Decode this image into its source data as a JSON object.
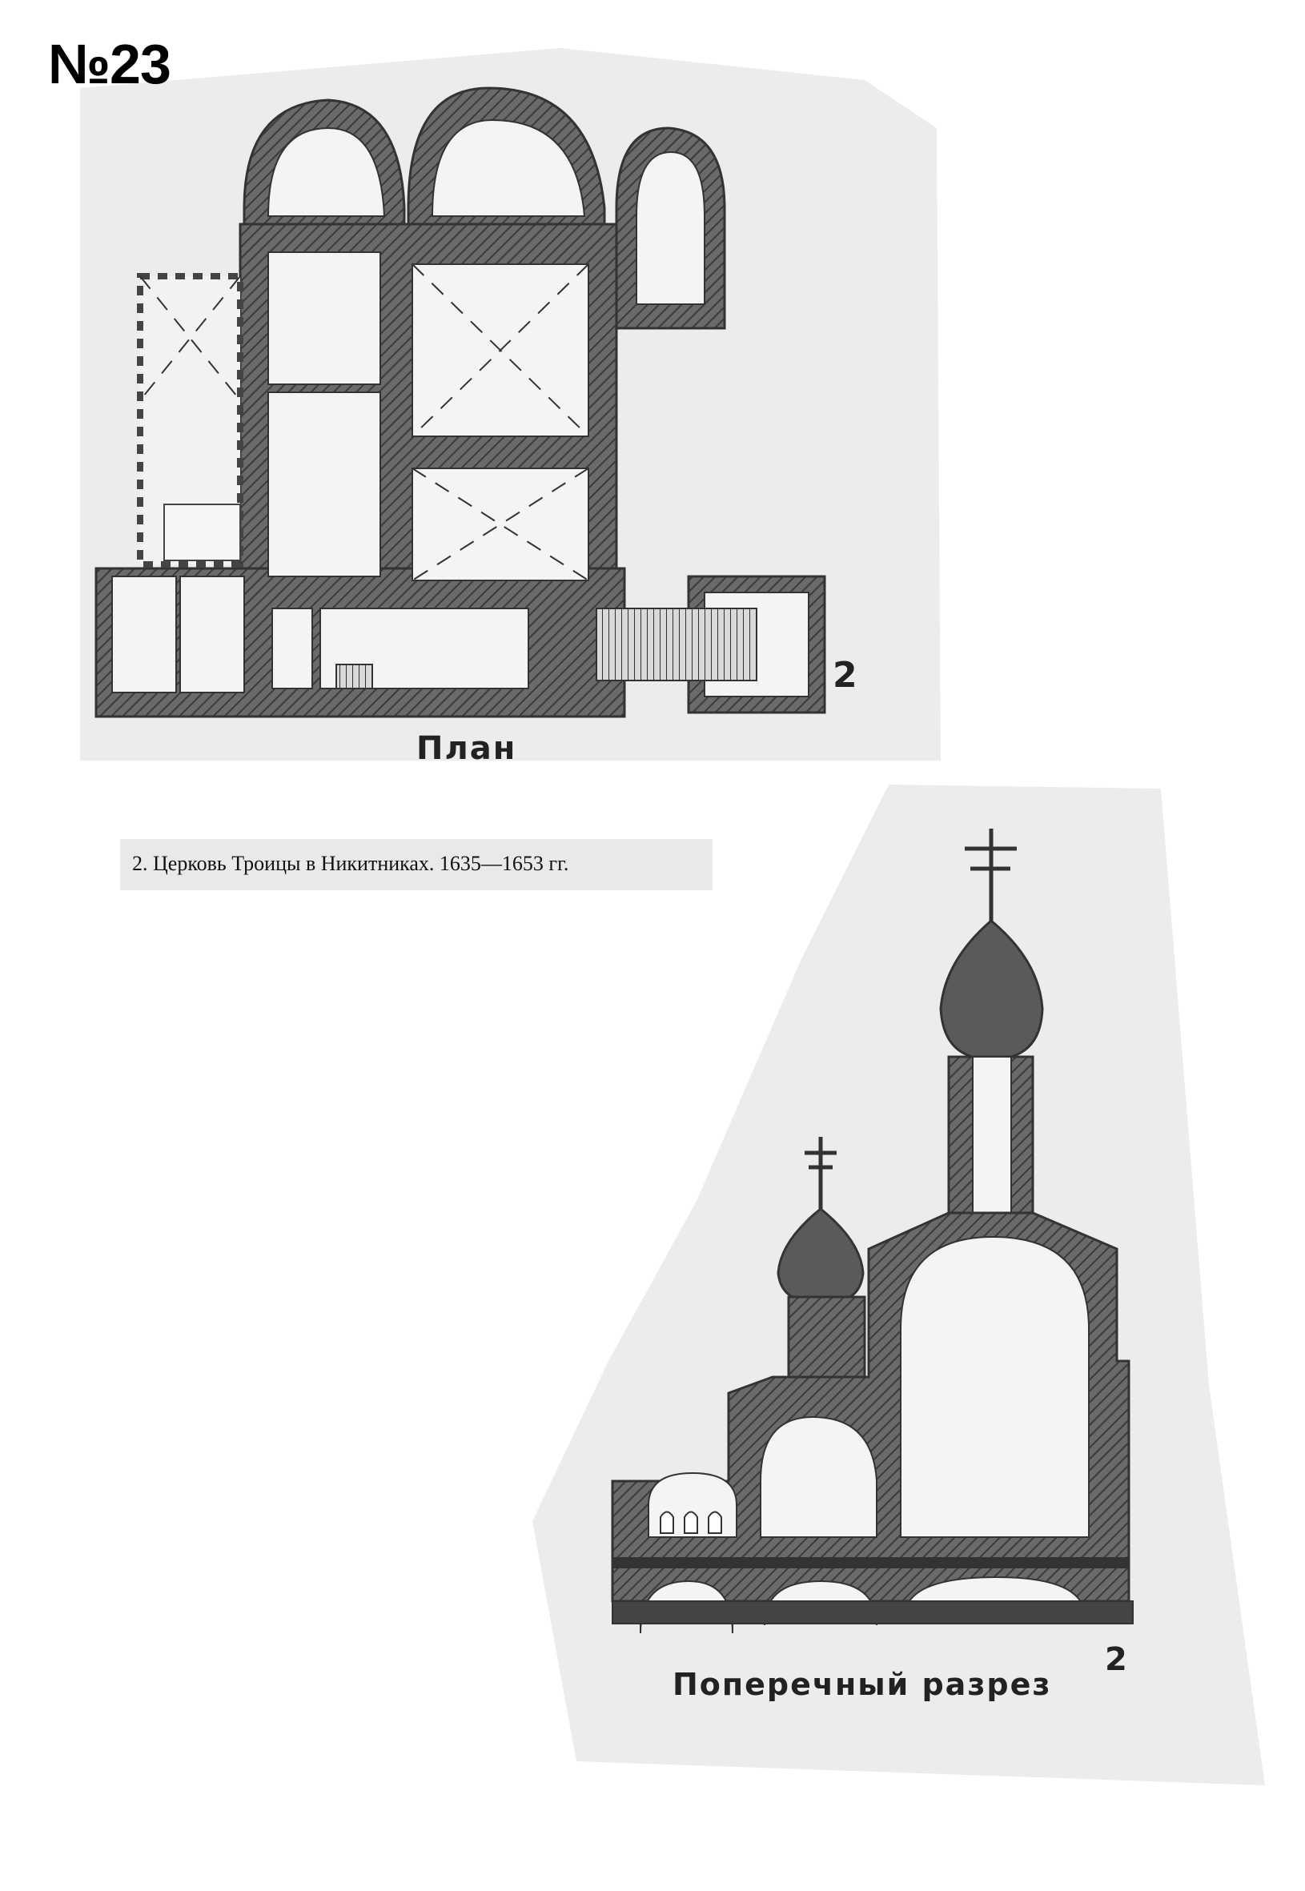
{
  "document": {
    "number": "№23"
  },
  "plan": {
    "label": "План",
    "figure_number": "2"
  },
  "caption": {
    "text": "2. Церковь Троицы в Никитниках. 1635—1653 гг."
  },
  "section": {
    "label": "Поперечный разрез",
    "figure_number": "2"
  },
  "colors": {
    "paper": "#ececec",
    "wall": "#555555",
    "ink": "#222222"
  }
}
